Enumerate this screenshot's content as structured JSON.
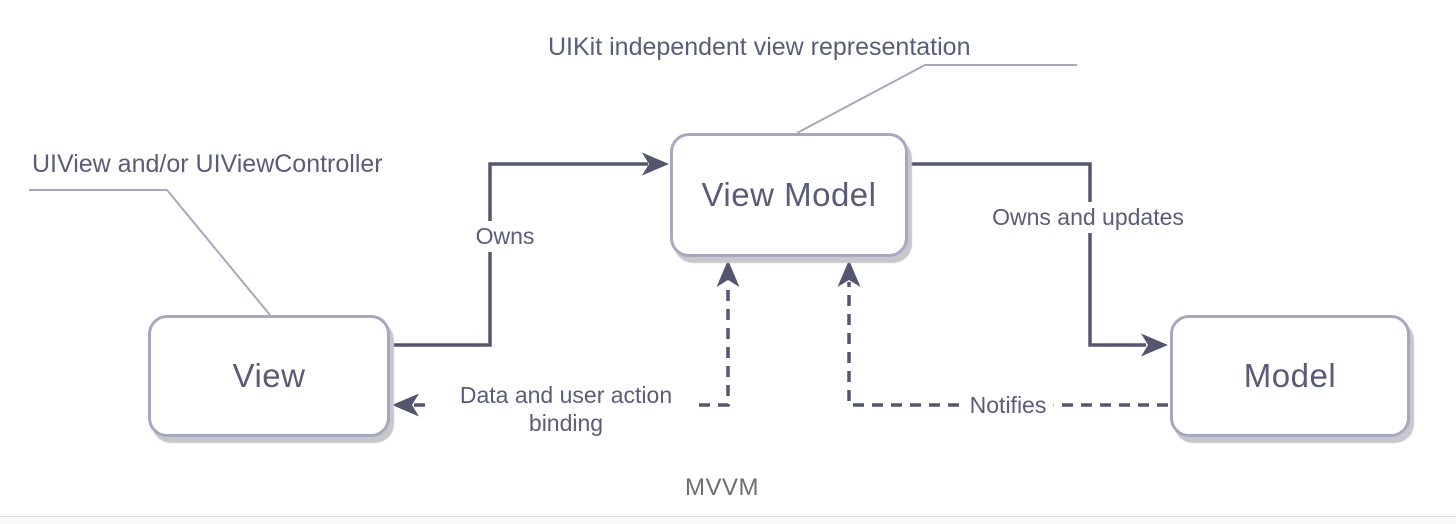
{
  "diagram": {
    "type": "flowchart",
    "caption": "MVVM",
    "nodes": {
      "view": {
        "label": "View",
        "annotation": "UIView and/or UIViewController"
      },
      "viewModel": {
        "label": "View Model",
        "annotation": "UIKit independent view representation"
      },
      "model": {
        "label": "Model"
      }
    },
    "edges": {
      "owns": {
        "label": "Owns",
        "from": "View",
        "to": "View Model",
        "style": "solid"
      },
      "ownsUpdates": {
        "label": "Owns and updates",
        "from": "View Model",
        "to": "Model",
        "style": "solid"
      },
      "binding": {
        "label": "Data and user action binding",
        "from": "View Model",
        "to": "View",
        "style": "dashed"
      },
      "notifies": {
        "label": "Notifies",
        "from": "Model",
        "to": "View Model",
        "style": "dashed"
      }
    },
    "colors": {
      "connector": "#545670",
      "callout_line": "#a7a7bf",
      "box_border": "#a7a7bf",
      "box_fill": "#ffffff",
      "box_shadow": "#c8c8cc",
      "text": "#5a5c78",
      "caption_text": "#6e6e6e"
    }
  }
}
